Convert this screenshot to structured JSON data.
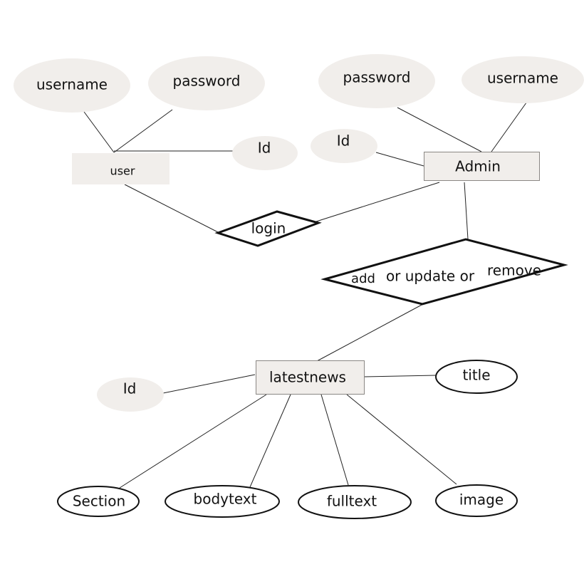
{
  "colors": {
    "attribute_fill": "#f1eeeb",
    "entity_fill": "#f1eeeb",
    "entity_border": "#8a8784",
    "outline": "#111111",
    "background": "#ffffff"
  },
  "entities": {
    "user": "user",
    "admin": "Admin",
    "latestnews": "latestnews"
  },
  "relationships": {
    "login": "login",
    "manage": {
      "part1": "add",
      "part2": "or update or",
      "part3": "remove"
    }
  },
  "user_attributes": {
    "username": "username",
    "password": "password",
    "id": "Id"
  },
  "admin_attributes": {
    "password": "password",
    "username": "username",
    "id": "Id"
  },
  "news_attributes": {
    "id": "Id",
    "title": "title",
    "section": "Section",
    "bodytext": "bodytext",
    "fulltext": "fulltext",
    "image": "image"
  }
}
